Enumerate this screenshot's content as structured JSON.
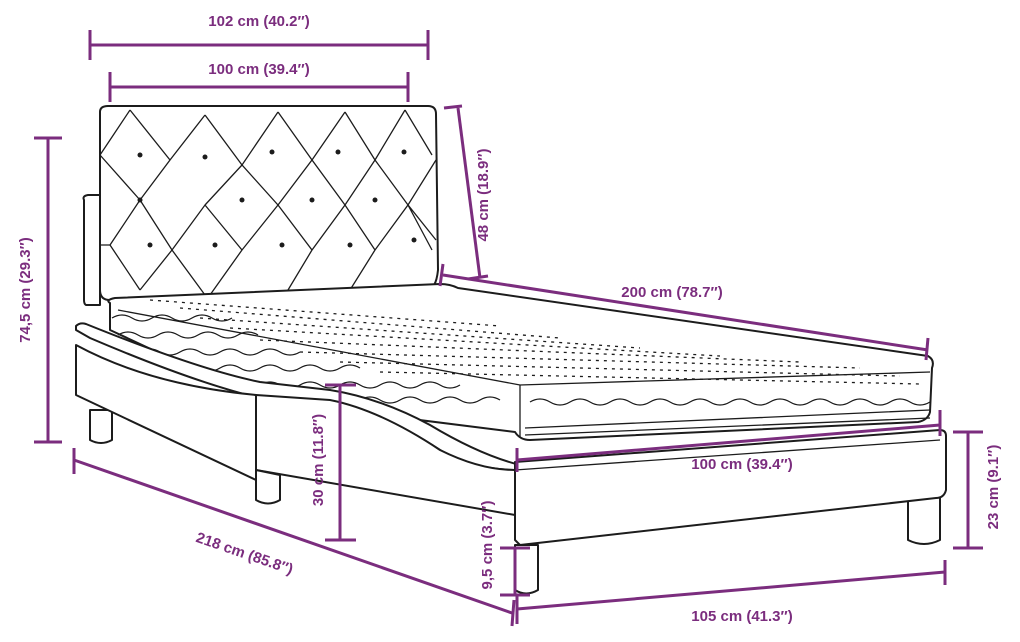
{
  "figure": {
    "subject": "bed-frame-with-mattress",
    "line_color": "#1c1c1c",
    "dimension_color": "#7b2d7e"
  },
  "dimensions": {
    "frame_width": "102 cm (40.2″)",
    "headboard_width": "100 cm (39.4″)",
    "headboard_height": "48 cm (18.9″)",
    "overall_height": "74,5 cm (29.3″)",
    "mattress_length": "200 cm (78.7″)",
    "mattress_width": "100 cm (39.4″)",
    "underbed_height": "30 cm (11.8″)",
    "overall_length": "218 cm (85.8″)",
    "frame_height": "23 cm (9.1″)",
    "leg_height": "9,5 cm (3.7″)",
    "overall_width": "105 cm (41.3″)"
  }
}
